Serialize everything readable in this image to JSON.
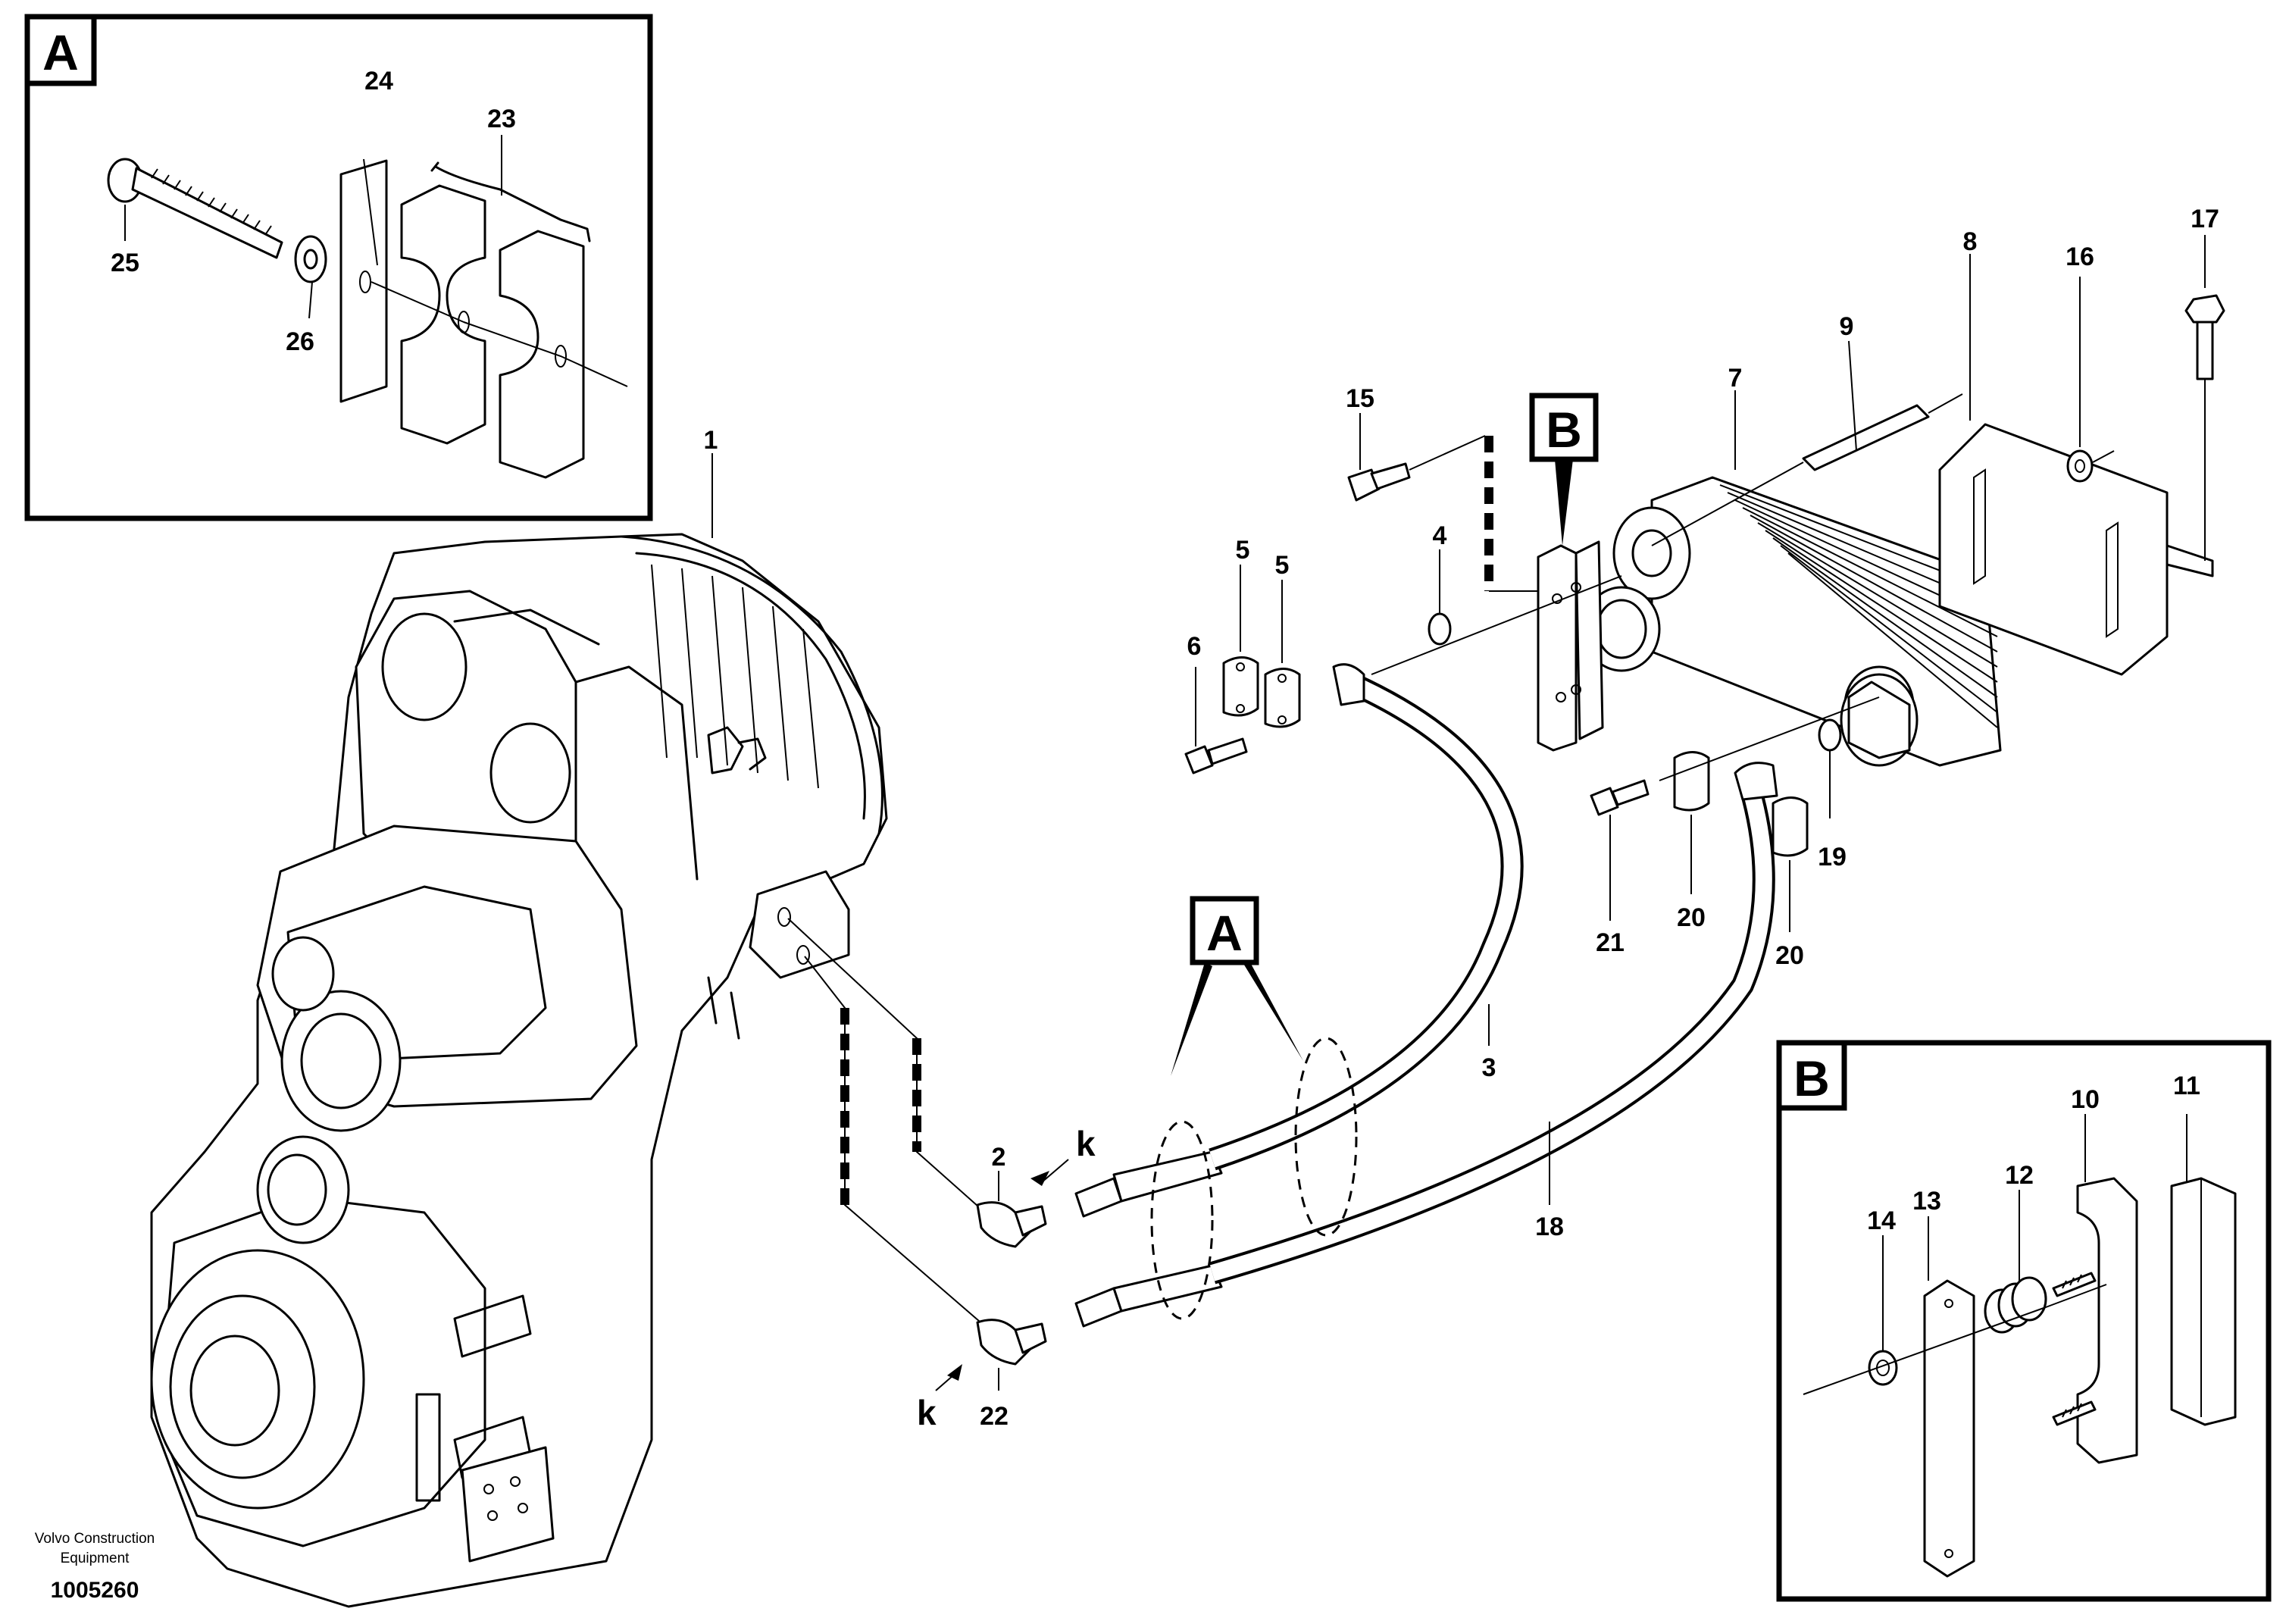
{
  "diagram": {
    "callouts": {
      "c1": "1",
      "c2": "2",
      "c3": "3",
      "c4": "4",
      "c5a": "5",
      "c5b": "5",
      "c6": "6",
      "c7": "7",
      "c8": "8",
      "c9": "9",
      "c10": "10",
      "c11": "11",
      "c12": "12",
      "c13": "13",
      "c14": "14",
      "c15": "15",
      "c16": "16",
      "c17": "17",
      "c18": "18",
      "c19": "19",
      "c20a": "20",
      "c20b": "20",
      "c21": "21",
      "c22": "22",
      "c23": "23",
      "c24": "24",
      "c25": "25",
      "c26": "26"
    },
    "k_markers": {
      "k1": "k",
      "k2": "k"
    },
    "detail_refs": {
      "inset_a_title": "A",
      "inset_b_title": "B",
      "ref_a_main": "A",
      "ref_b_main": "B"
    },
    "footer": {
      "brand_line1": "Volvo Construction",
      "brand_line2": "Equipment",
      "drawing_number": "1005260"
    }
  }
}
